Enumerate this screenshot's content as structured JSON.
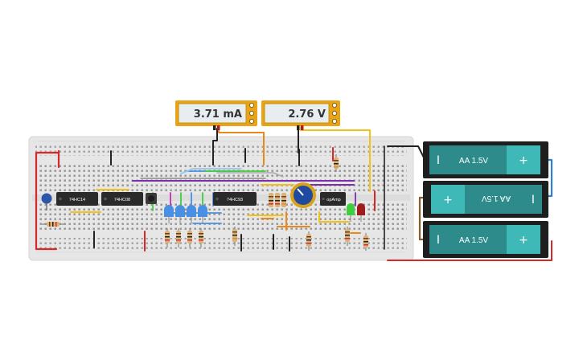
{
  "meters": {
    "current": {
      "reading": "3.71 mA"
    },
    "voltage": {
      "reading": "2.76 V"
    }
  },
  "chips": {
    "c1": "74HC14",
    "c2": "74HC08",
    "c3": "74HC93",
    "c4": "opAmp"
  },
  "batteries": {
    "b1": {
      "label": "AA 1.5V",
      "minus": "I",
      "plus": "+"
    },
    "b2": {
      "label": "AA 1.5V",
      "minus": "I",
      "plus": "+"
    },
    "b3": {
      "label": "AA 1.5V",
      "minus": "I",
      "plus": "+"
    }
  },
  "colors": {
    "breadboard": "#e3e3e3",
    "meter_frame": "#e8a317",
    "meter_screen": "#e8eef0",
    "battery_body": "#2e8b8b",
    "battery_plus": "#3fb8b8",
    "wire_red": "#d62828",
    "wire_yellow": "#f2c21b",
    "wire_orange": "#e8891b",
    "wire_purple": "#7b2fa8",
    "wire_blue": "#2f7fd6",
    "led_blue": "#4a90e2",
    "led_green": "#3ecf3e",
    "led_red": "#c0282a"
  },
  "icons": [
    "multimeter",
    "breadboard",
    "battery",
    "ic-chip",
    "resistor",
    "capacitor",
    "led",
    "potentiometer",
    "pushbutton"
  ]
}
